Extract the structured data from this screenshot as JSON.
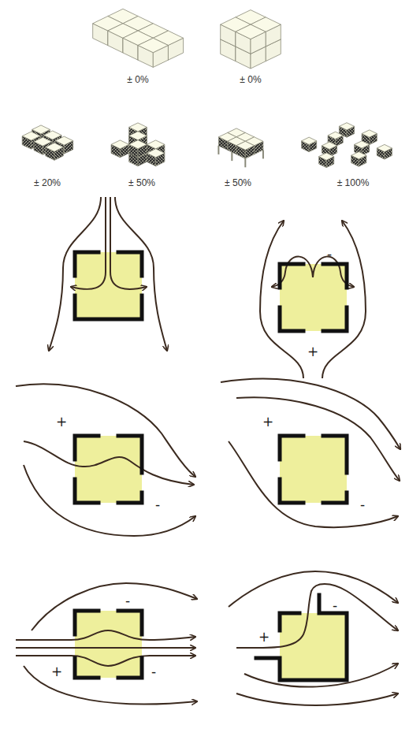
{
  "diagram": {
    "labels": [
      "± 0%",
      "± 0%",
      "± 20%",
      "± 50%",
      "± 50%",
      "± 100%",
      "-",
      "+",
      "+",
      "-",
      "+",
      "-",
      "-",
      "+",
      "-",
      "-",
      "+"
    ]
  }
}
